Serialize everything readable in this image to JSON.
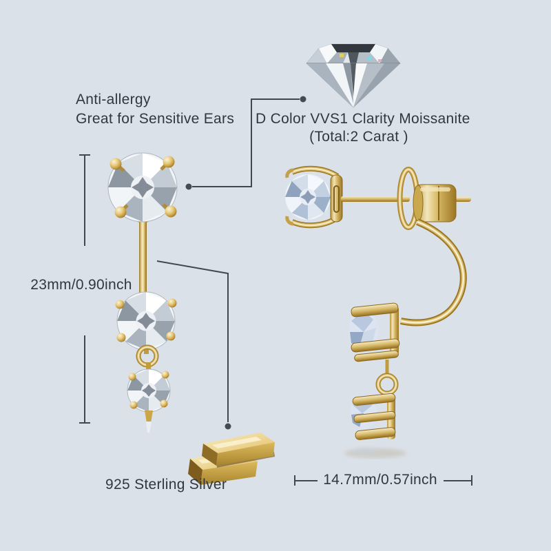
{
  "page": {
    "background_color": "#dbe1e9",
    "text_color": "#303741",
    "line_color": "#40474f",
    "gold_color": "#d4b264"
  },
  "labels": {
    "feature": {
      "line1": "Anti-allergy",
      "line2": "Great for Sensitive Ears"
    },
    "stone": {
      "line1": "D Color VVS1 Clarity Moissanite",
      "line2": "(Total:2 Carat )"
    },
    "length_measure": "23mm/0.90inch",
    "material": "925 Sterling Silver",
    "width_measure": "14.7mm/0.57inch"
  },
  "images": {
    "loose_stone": "loose-moissanite-gemstone",
    "front_earring": "gold-drop-earring-front-view",
    "side_earring": "gold-ear-jacket-earring-side-view",
    "gold_bars": "two-gold-ingots"
  }
}
